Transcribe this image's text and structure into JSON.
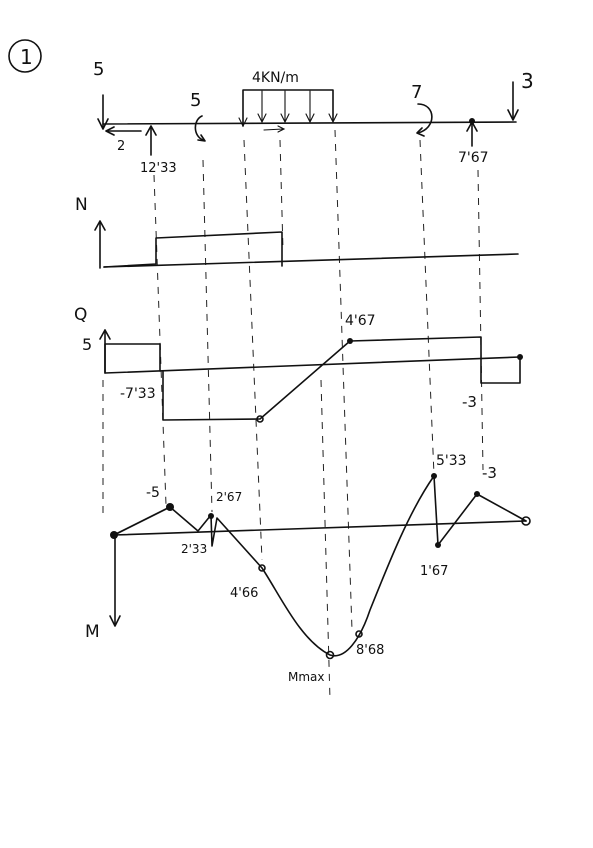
{
  "problem_number": "1",
  "beam": {
    "load_left": "5",
    "load_right": "3",
    "distributed_load": "4KN/m",
    "moment_1": "5",
    "moment_2": "7",
    "horizontal_load": "2",
    "reaction_1": "12'33",
    "reaction_2": "7'67"
  },
  "axial_diagram": {
    "label": "N"
  },
  "shear_diagram": {
    "label": "Q",
    "value_top_left": "5",
    "value_min": "-7'33",
    "value_max": "4'67",
    "value_right": "-3"
  },
  "moment_diagram": {
    "label": "M",
    "v1": "-5",
    "v2": "2'33",
    "v3": "2'67",
    "v4": "4'66",
    "v5": "Mmax",
    "v6": "8'68",
    "v7": "5'33",
    "v8": "1'67",
    "v9": "-3"
  }
}
